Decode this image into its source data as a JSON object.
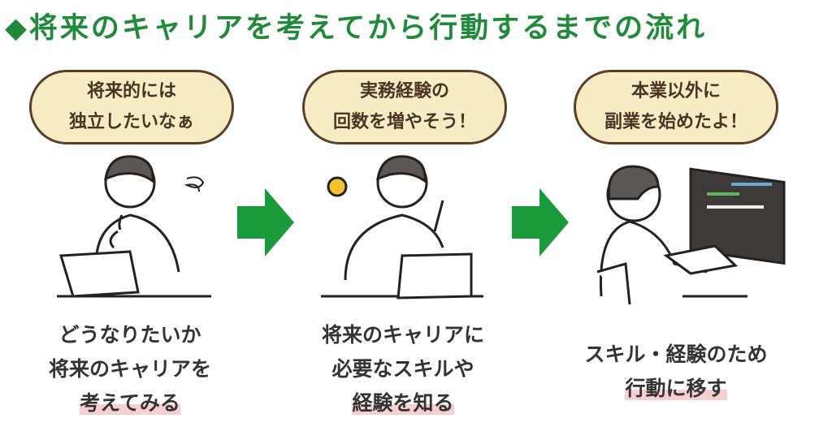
{
  "title": "◆将来のキャリアを考えてから行動するまでの流れ",
  "colors": {
    "title": "#1f8b3a",
    "arrow": "#1a9a3a",
    "bubble_fill": "#f7ecc3",
    "bubble_border": "#5a3e2a",
    "highlight": "#f8cfd0"
  },
  "steps": [
    {
      "bubble": [
        "将来的には",
        "独立したいなぁ"
      ],
      "caption": [
        "どうなりたいか",
        "将来のキャリアを",
        "考えてみる"
      ]
    },
    {
      "bubble": [
        "実務経験の",
        "回数を増やそう！"
      ],
      "caption": [
        "将来のキャリアに",
        "必要なスキルや",
        "経験を知る"
      ]
    },
    {
      "bubble": [
        "本業以外に",
        "副業を始めたよ！"
      ],
      "caption": [
        "スキル・経験のため",
        "行動に移す"
      ]
    }
  ]
}
